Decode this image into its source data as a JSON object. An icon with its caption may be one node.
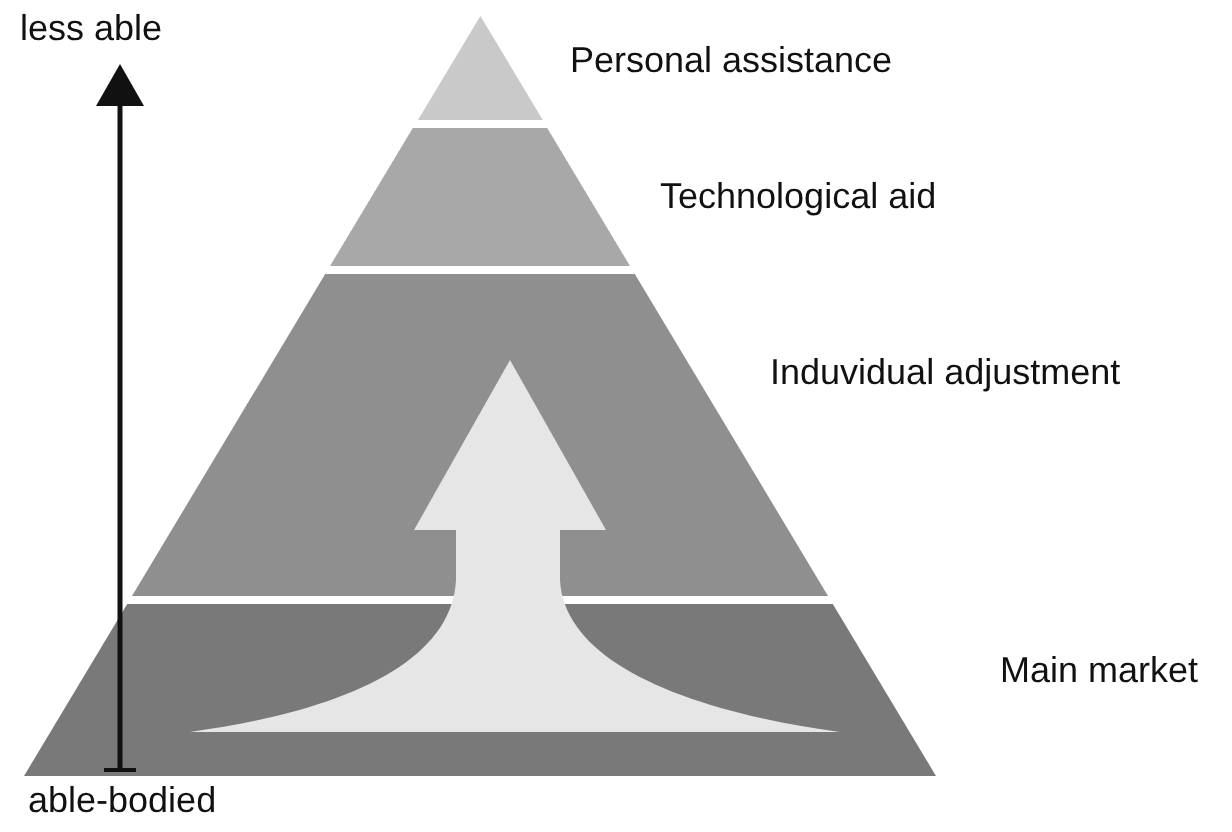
{
  "diagram": {
    "nodes": [
      {
        "text": [
          "Personal assistance"
        ]
      },
      {
        "text": [
          "Technological aid"
        ]
      },
      {
        "text": [
          "Induvidual adjustment"
        ]
      },
      {
        "text": [
          "Main market"
        ]
      }
    ],
    "labels": [
      "less able",
      "able-bodied"
    ]
  }
}
